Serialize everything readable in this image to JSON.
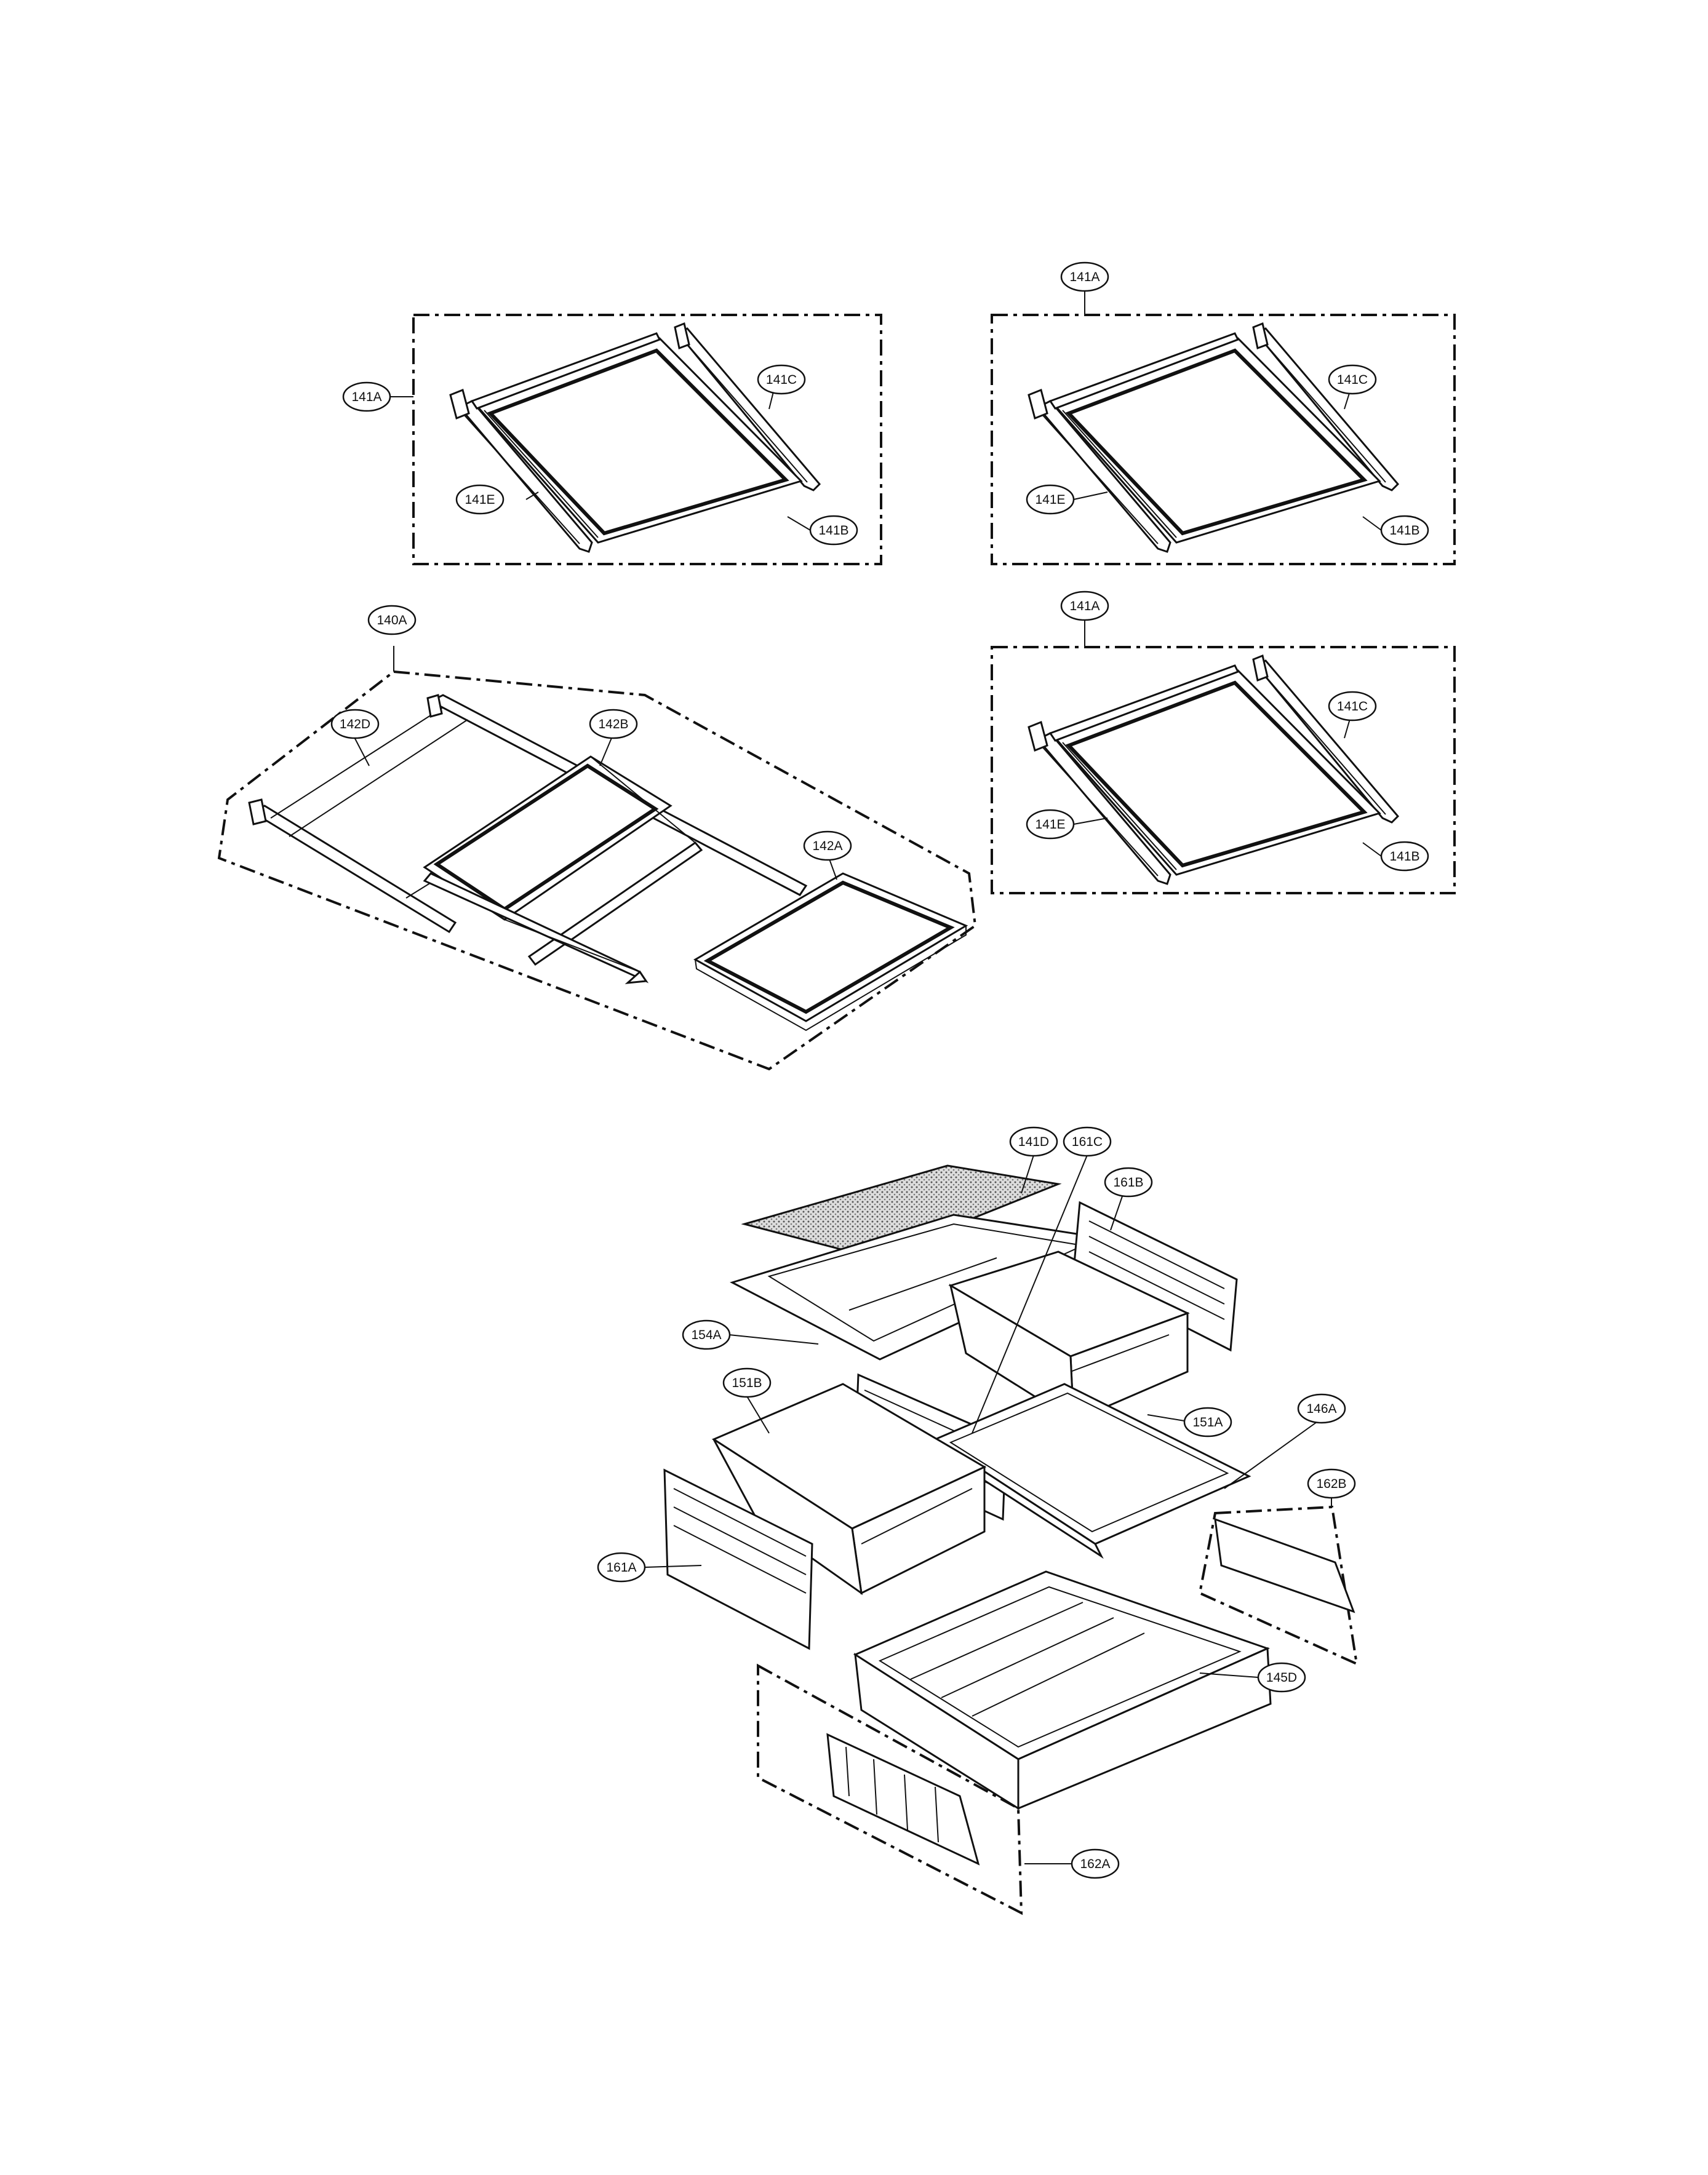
{
  "callouts": {
    "g1_141A": "141A",
    "g1_141C": "141C",
    "g1_141E": "141E",
    "g1_141B": "141B",
    "g2_141A": "141A",
    "g2_141C": "141C",
    "g2_141E": "141E",
    "g2_141B": "141B",
    "g3_141A": "141A",
    "g3_141C": "141C",
    "g3_141E": "141E",
    "g3_141B": "141B",
    "g4_140A": "140A",
    "g4_142D": "142D",
    "g4_142B": "142B",
    "g4_142A": "142A",
    "c_141D": "141D",
    "c_161C": "161C",
    "c_161B": "161B",
    "c_154A": "154A",
    "c_151B": "151B",
    "c_151A": "151A",
    "c_146A": "146A",
    "c_162B": "162B",
    "c_161A": "161A",
    "c_145D": "145D",
    "c_162A": "162A"
  }
}
